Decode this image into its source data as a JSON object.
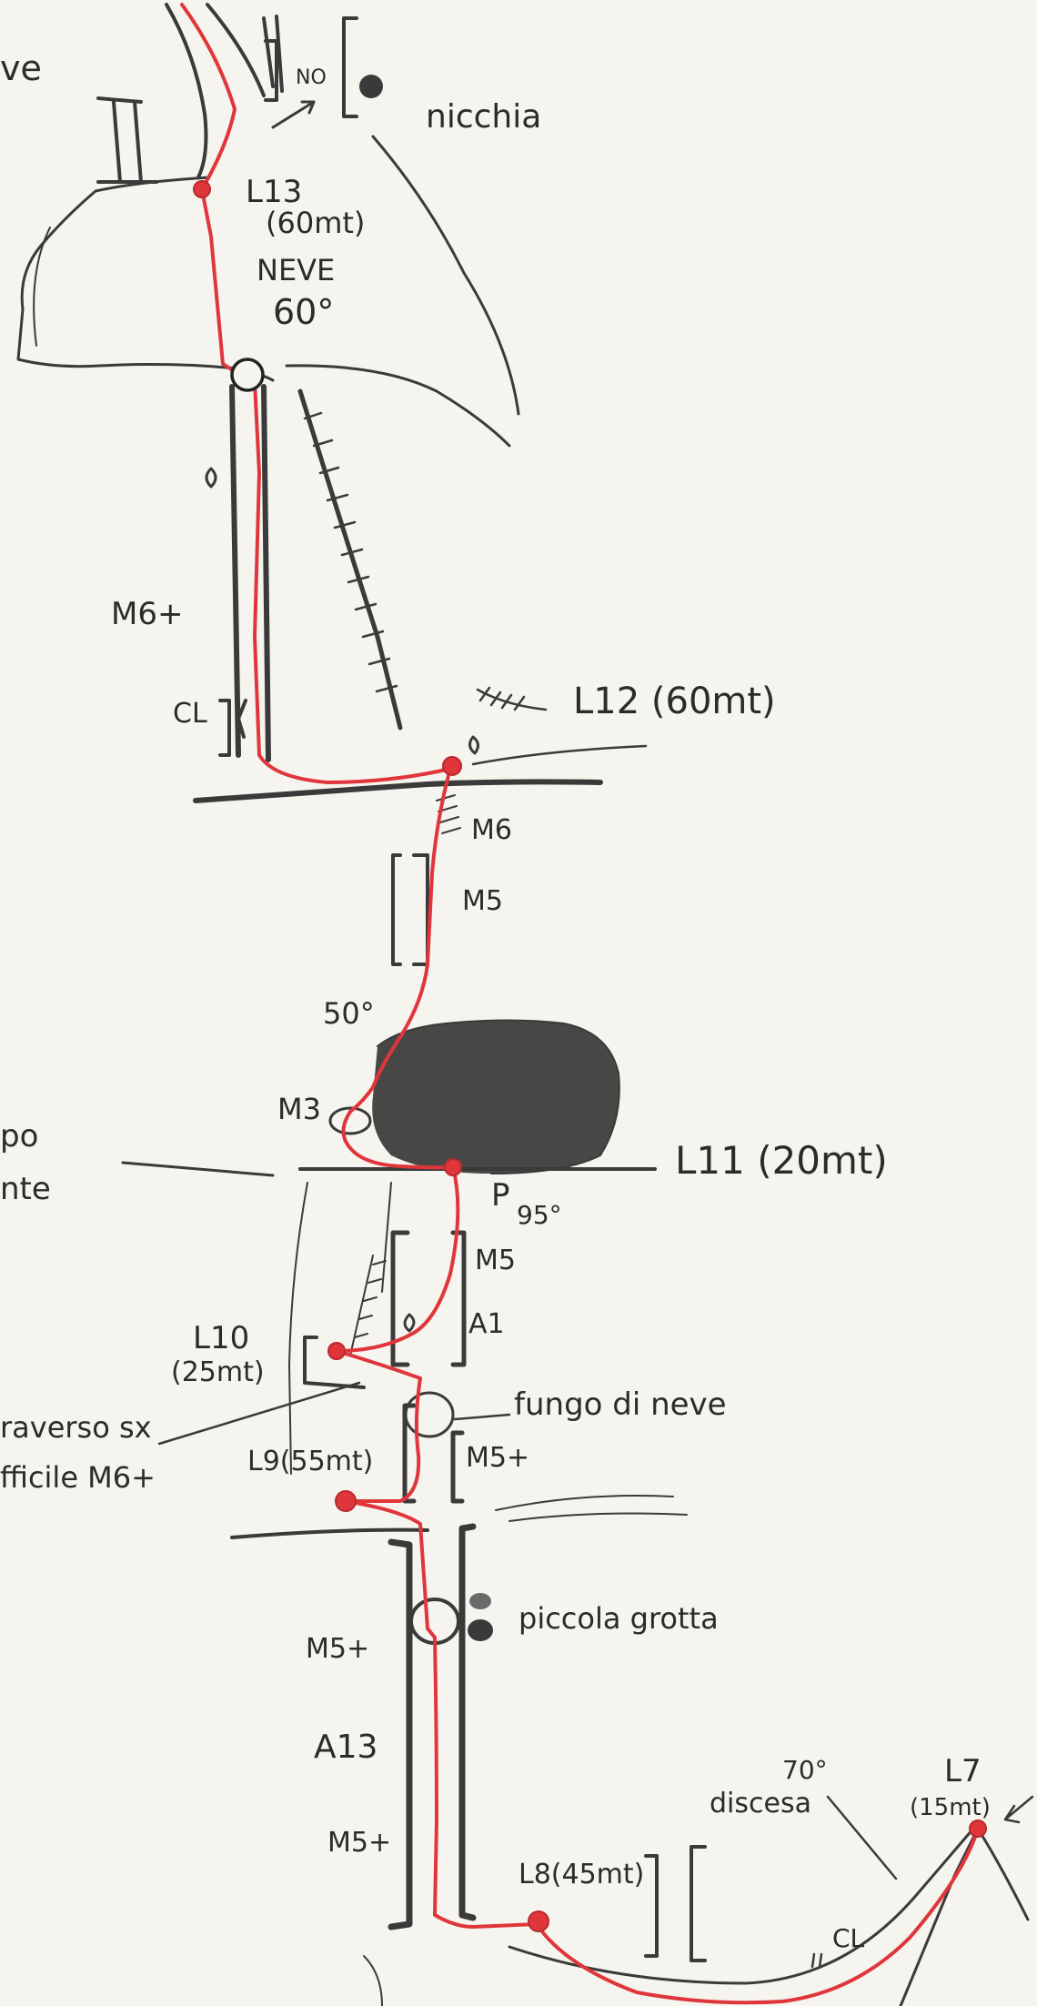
{
  "colors": {
    "paper": "#f6f4ee",
    "pencil": "#3a3a3a",
    "route": "#e0363b",
    "shading": "#2f2f2f"
  },
  "labels": {
    "ve_fragment": "ve",
    "no": "NO",
    "nicchia": "nicchia",
    "l13": "L13",
    "l13_length": "(60mt)",
    "neve": "NEVE",
    "neve_angle": "60°",
    "m6_plus_upper": "M6+",
    "cl_upper": "CL",
    "l12": "L12 (60mt)",
    "m6": "M6",
    "m5_upper": "M5",
    "angle_50": "50°",
    "m3": "M3",
    "l11": "L11 (20mt)",
    "p95": "P",
    "p95_angle": "95°",
    "left_po": "po",
    "left_nte": "nte",
    "m5_mid": "M5",
    "a1": "A1",
    "l10": "L10",
    "l10_length": "(25mt)",
    "funghi": "fungo di neve",
    "traverso": "raverso sx",
    "difficile": "fficile M6+",
    "l9": "L9(55mt)",
    "m5_plus_mid": "M5+",
    "piccola_grotta": "piccola grotta",
    "m5_plus_low": "M5+",
    "a13": "A13",
    "m5_plus_bottom": "M5+",
    "l8": "L8(45mt)",
    "discesa_angle": "70°",
    "discesa": "discesa",
    "l7": "L7",
    "l7_length": "(15mt)",
    "cl_lower": "CL"
  }
}
